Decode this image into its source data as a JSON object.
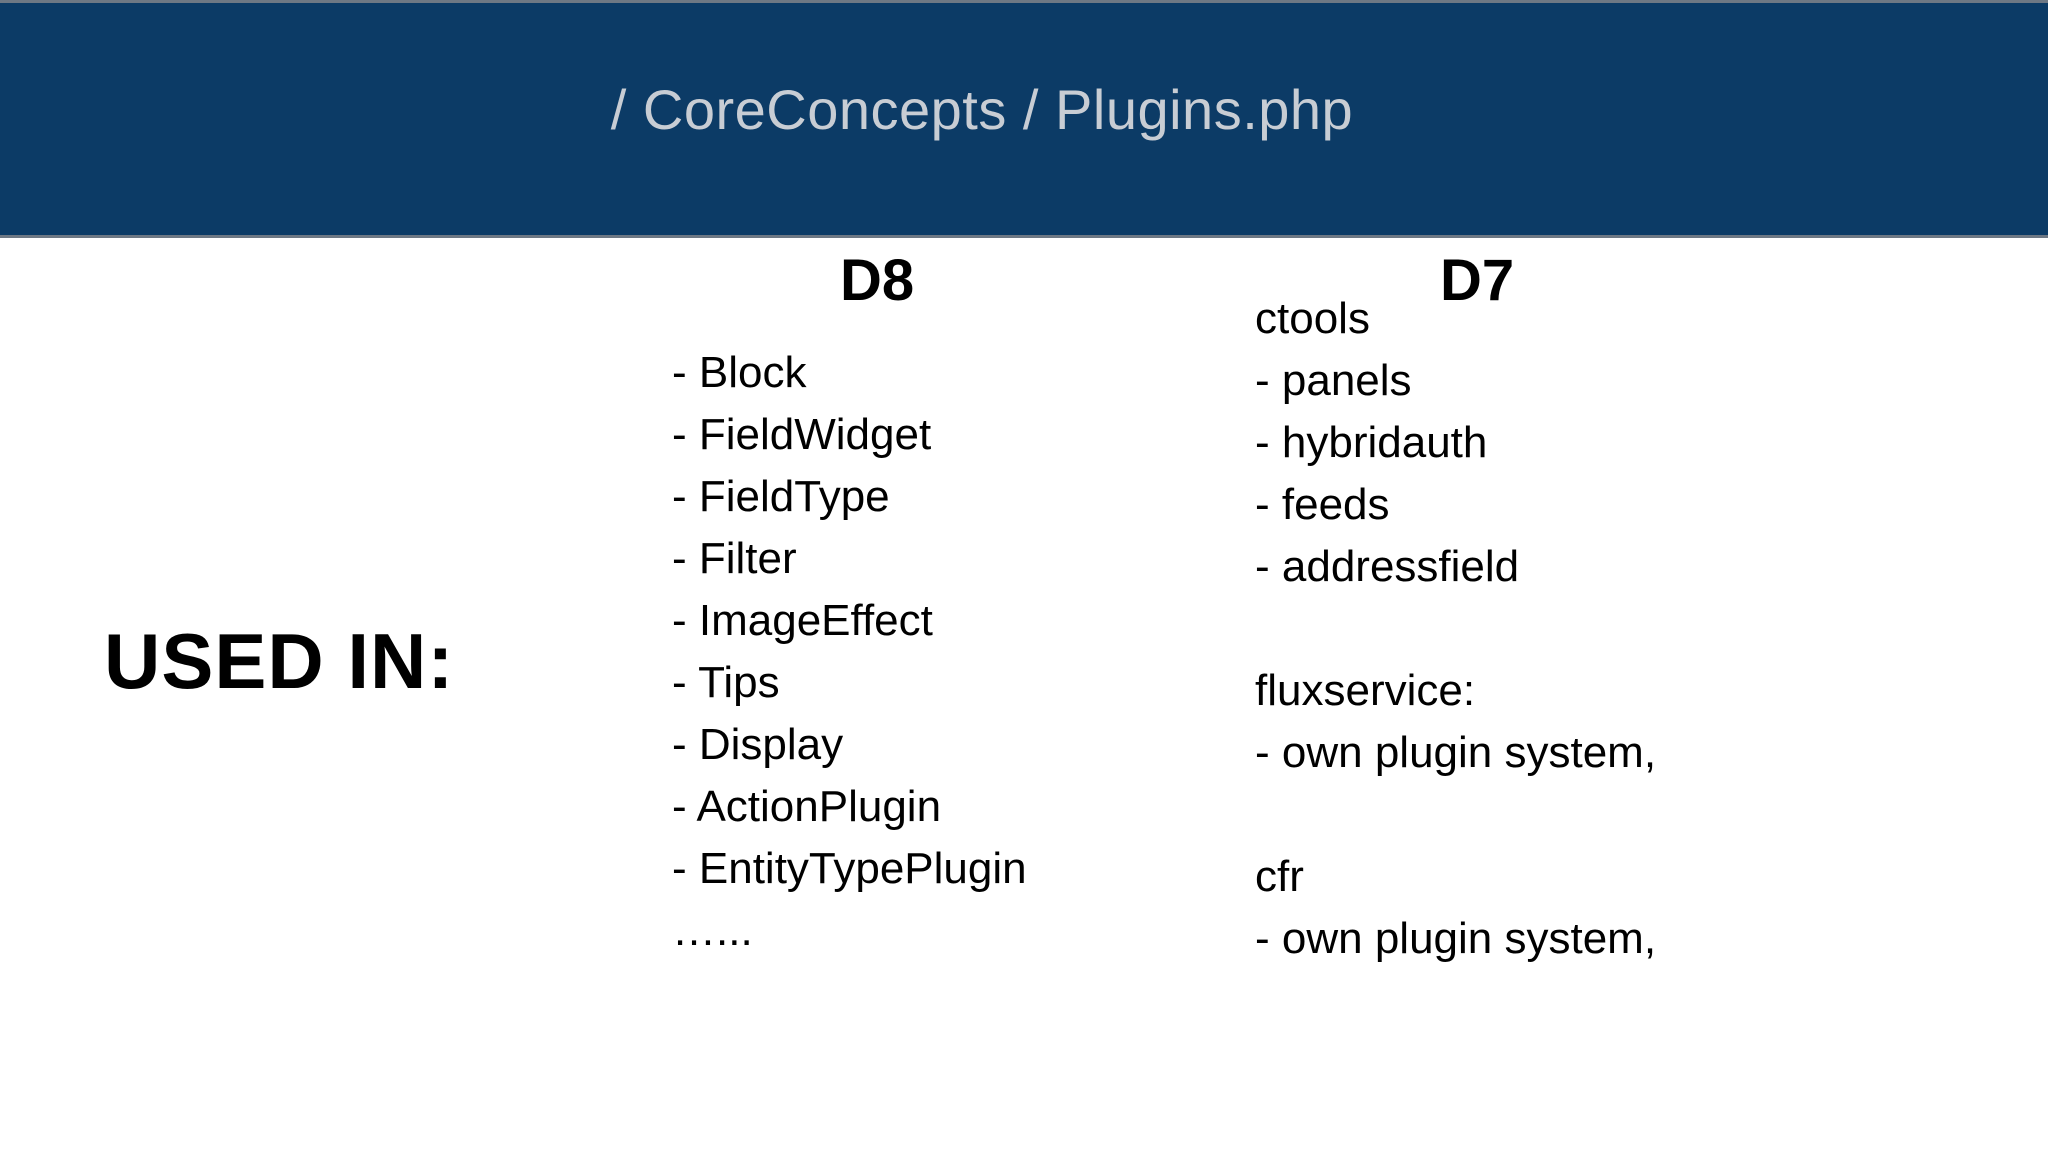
{
  "header": {
    "breadcrumb": "/ CoreConcepts / Plugins.php",
    "background_color": "#0c3b66",
    "text_color": "#c8cdd4"
  },
  "slide": {
    "background_color": "#ffffff",
    "used_in_label": "USED IN:"
  },
  "columns": [
    {
      "heading": "D8",
      "items": [
        "- Block",
        "- FieldWidget",
        "- FieldType",
        "- Filter",
        "- ImageEffect",
        "- Tips",
        "- Display",
        "- ActionPlugin",
        "- EntityTypePlugin",
        "…..."
      ]
    },
    {
      "heading": "D7",
      "items": [
        "ctools",
        "- panels",
        "- hybridauth",
        "- feeds",
        "- addressfield",
        "",
        "fluxservice:",
        "- own plugin system,",
        "",
        "cfr",
        "- own plugin system,"
      ]
    }
  ]
}
